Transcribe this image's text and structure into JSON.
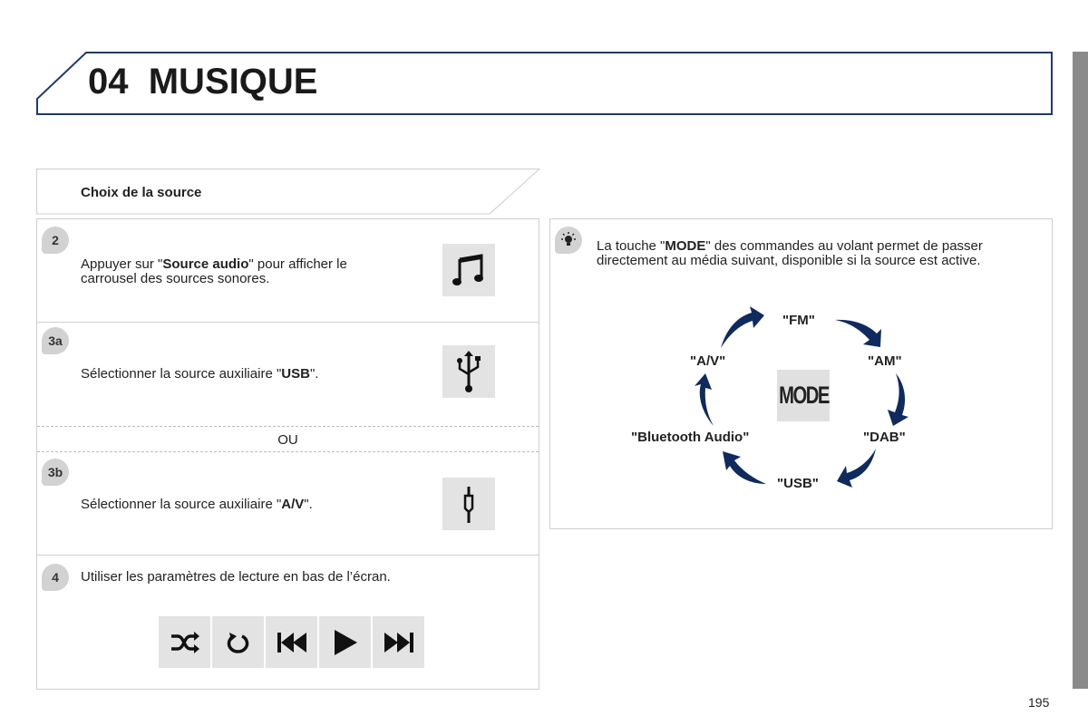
{
  "header": {
    "chapter": "04",
    "title": "MUSIQUE"
  },
  "section": {
    "title": "Choix de la source"
  },
  "steps": [
    {
      "badge": "2",
      "pre": "Appuyer sur \"",
      "bold": "Source audio",
      "post": "\" pour afficher le carrousel des sources sonores.",
      "icon": "music-note-icon"
    },
    {
      "badge": "3a",
      "pre": "Sélectionner la source auxiliaire \"",
      "bold": "USB",
      "post": "\".",
      "icon": "usb-icon"
    },
    {
      "badge": "3b",
      "pre": "Sélectionner la source auxiliaire \"",
      "bold": "A/V",
      "post": "\".",
      "icon": "jack-plug-icon"
    },
    {
      "badge": "4",
      "text": "Utiliser les paramètres de lecture en bas de l’écran."
    }
  ],
  "separator": "OU",
  "controls": [
    "shuffle-icon",
    "repeat-icon",
    "previous-icon",
    "play-icon",
    "next-icon"
  ],
  "tip": {
    "pre": "La touche \"",
    "bold": "MODE",
    "post": "\" des commandes au volant permet de passer directement au média suivant, disponible si la source est active."
  },
  "cycle": {
    "center": "MODE",
    "items": [
      "\"FM\"",
      "\"AM\"",
      "\"DAB\"",
      "\"USB\"",
      "\"Bluetooth Audio\"",
      "\"A/V\""
    ]
  },
  "colors": {
    "arrow": "#0f2a5c",
    "frame": "#1f3a6b"
  },
  "page_number": "195"
}
